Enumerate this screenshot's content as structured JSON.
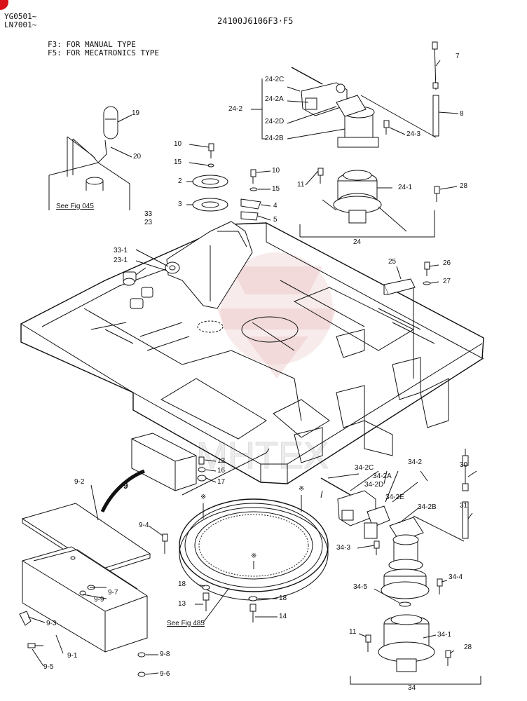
{
  "header": {
    "model_line_1": "YG0501~",
    "model_line_2": "LN7001~",
    "part_number": "24100J6106F3·F5",
    "note_1": "F3: FOR MANUAL TYPE",
    "note_2": "F5: FOR MECATRONICS TYPE"
  },
  "refs": {
    "see_fig_045": "See Fig 045",
    "see_fig_485": "See Fig 485"
  },
  "labels": {
    "l7": "7",
    "l8": "8",
    "l19": "19",
    "l20": "20",
    "l24_2c": "24-2C",
    "l24_2a": "24-2A",
    "l24_2": "24-2",
    "l24_2d": "24-2D",
    "l24_2b": "24-2B",
    "l24_3": "24-3",
    "l10a": "10",
    "l15a": "15",
    "l2": "2",
    "l3": "3",
    "l10b": "10",
    "l15b": "15",
    "l4": "4",
    "l5": "5",
    "l11a": "11",
    "l24_1": "24-1",
    "l28a": "28",
    "l24": "24",
    "l33": "33",
    "l23": "23",
    "l33_1": "33-1",
    "l23_1": "23-1",
    "l25": "25",
    "l26": "26",
    "l27": "27",
    "l12": "12",
    "l16": "16",
    "l17": "17",
    "l9": "9",
    "l9_2": "9-2",
    "l34_2c": "34-2C",
    "l34_2": "34-2",
    "l34_2a": "34-2A",
    "l34_2d": "34-2D",
    "l34_2e": "34-2E",
    "l34_2b": "34-2B",
    "l30": "30",
    "l31": "31",
    "l34_3": "34-3",
    "l34_4": "34-4",
    "l34_5": "34-5",
    "l9_4": "9-4",
    "l9_7": "9-7",
    "l9_9": "9-9",
    "l9_3": "9-3",
    "l9_1": "9-1",
    "l9_5": "9-5",
    "l9_8": "9-8",
    "l9_6": "9-6",
    "l18a": "18",
    "l13": "13",
    "l18b": "18",
    "l14": "14",
    "l11b": "11",
    "l34_1": "34-1",
    "l28b": "28",
    "l34": "34",
    "star1": "※",
    "star2": "※",
    "star3": "※"
  },
  "watermark_text": "MHTEX",
  "colors": {
    "line": "#111111",
    "watermark": "#e9bcbc",
    "badge": "#d8111a"
  }
}
